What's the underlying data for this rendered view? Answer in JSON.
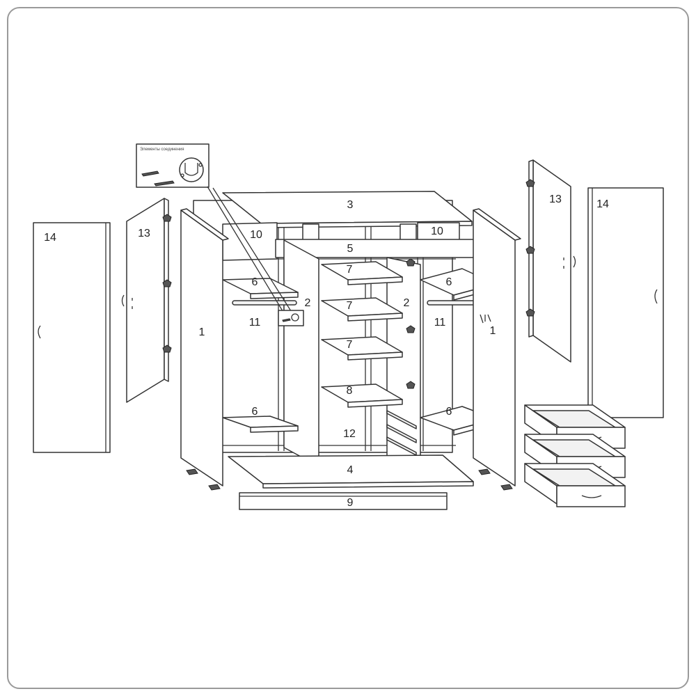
{
  "inset": {
    "caption": "Элементы соединения"
  },
  "labels": {
    "top_panel": "3",
    "left_top_divider": "10",
    "right_top_divider": "10",
    "front_rail": "5",
    "left_side": "1",
    "right_side": "1",
    "left_mid_partition": "2",
    "right_mid_partition": "2",
    "left_upper_shelf": "6",
    "left_lower_shelf": "6",
    "right_upper_shelf": "6",
    "right_lower_shelf": "6",
    "left_rod": "11",
    "right_rod": "11",
    "center_shelf_1": "7",
    "center_shelf_2": "7",
    "center_shelf_3": "7",
    "center_shelf_4": "8",
    "back_compartment": "12",
    "bottom_panel": "4",
    "plinth": "9",
    "left_inner_door": "13",
    "right_inner_door": "13",
    "left_outer_door": "14",
    "right_outer_door": "14"
  }
}
